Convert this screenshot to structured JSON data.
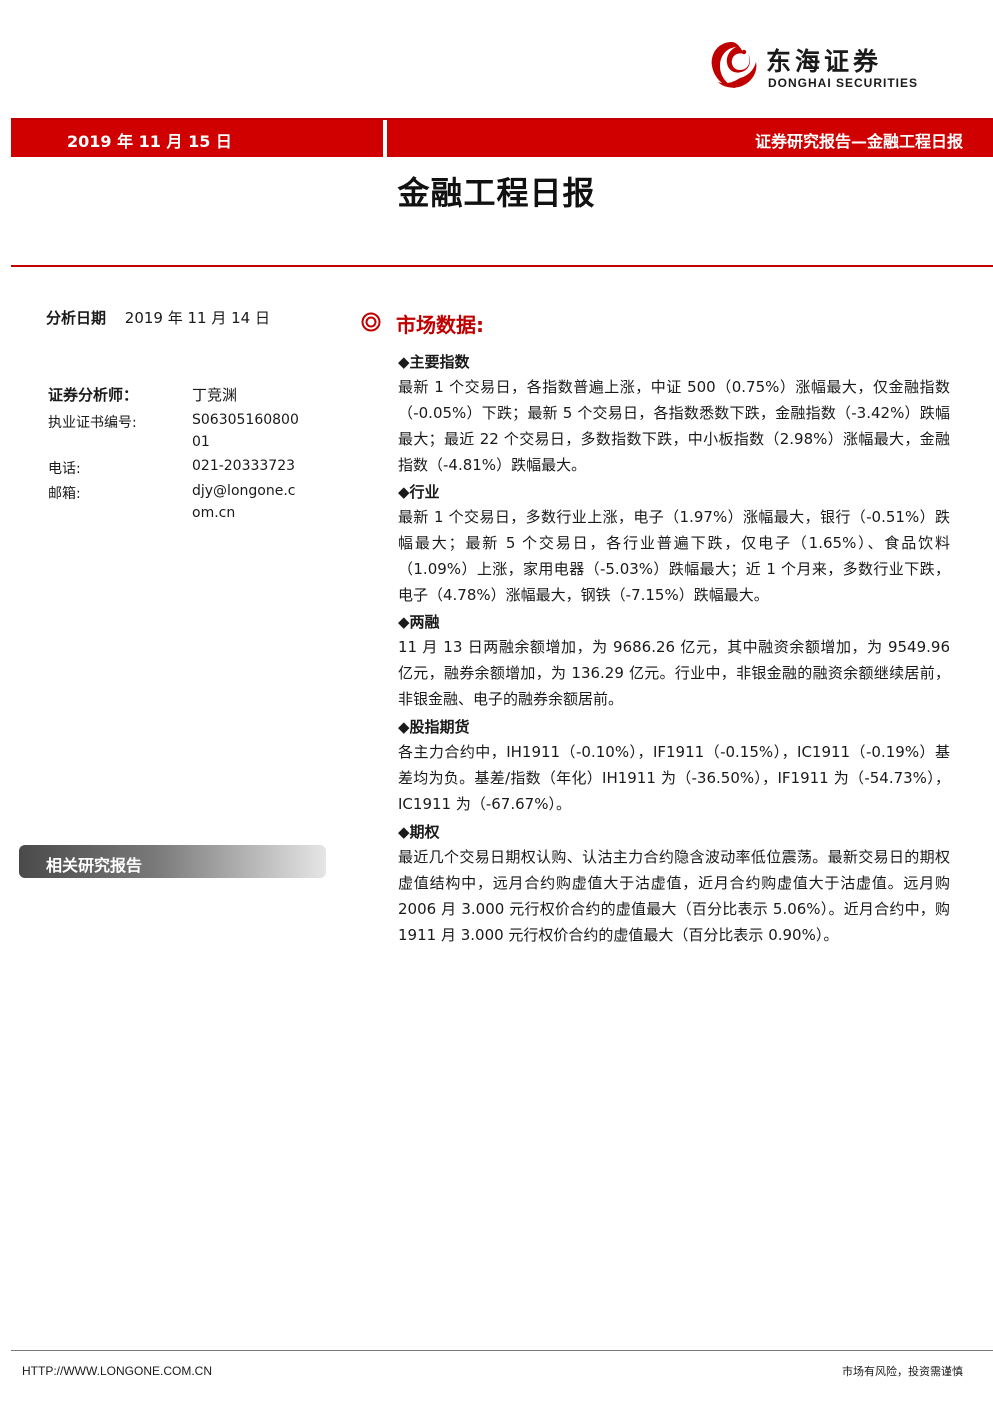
{
  "logo": {
    "cn": "东海证券",
    "en": "DONGHAI SECURITIES"
  },
  "header": {
    "date": "2019 年 11 月 15 日",
    "category": "证券研究报告—金融工程日报"
  },
  "title": "金融工程日报",
  "meta": {
    "analysis_date_label": "分析日期",
    "analysis_date": "2019 年 11 月 14 日",
    "analyst_label": "证券分析师：",
    "analyst_name": "丁竞渊",
    "license_label": "执业证书编号:",
    "license_line1": "S06305160800",
    "license_line2": "01",
    "phone_label": "电话:",
    "phone": "021-20333723",
    "email_label": "邮箱:",
    "email_line1": "djy@longone.c",
    "email_line2": "om.cn"
  },
  "related_reports": "相关研究报告",
  "market": {
    "title": "市场数据:",
    "sections": [
      {
        "heading": "◆主要指数",
        "text": "最新 1 个交易日，各指数普遍上涨，中证 500（0.75%）涨幅最大，仅金融指数（-0.05%）下跌；最新 5 个交易日，各指数悉数下跌，金融指数（-3.42%）跌幅最大；最近 22 个交易日，多数指数下跌，中小板指数（2.98%）涨幅最大，金融指数（-4.81%）跌幅最大。"
      },
      {
        "heading": "◆行业",
        "text": "最新 1 个交易日，多数行业上涨，电子（1.97%）涨幅最大，银行（-0.51%）跌幅最大；最新 5 个交易日，各行业普遍下跌，仅电子（1.65%）、食品饮料（1.09%）上涨，家用电器（-5.03%）跌幅最大；近 1 个月来，多数行业下跌，电子（4.78%）涨幅最大，钢铁（-7.15%）跌幅最大。"
      },
      {
        "heading": "◆两融",
        "text": "11 月 13 日两融余额增加，为 9686.26 亿元，其中融资余额增加，为 9549.96 亿元，融券余额增加，为 136.29 亿元。行业中，非银金融的融资余额继续居前，非银金融、电子的融券余额居前。"
      },
      {
        "heading": "◆股指期货",
        "text": "各主力合约中，IH1911（-0.10%），IF1911（-0.15%），IC1911（-0.19%）基差均为负。基差/指数（年化）IH1911 为（-36.50%），IF1911 为（-54.73%），IC1911 为（-67.67%）。"
      },
      {
        "heading": "◆期权",
        "text": "最近几个交易日期权认购、认沽主力合约隐含波动率低位震荡。最新交易日的期权虚值结构中，远月合约购虚值大于沽虚值，近月合约购虚值大于沽虚值。远月购 2006 月 3.000 元行权价合约的虚值最大（百分比表示 5.06%）。近月合约中，购 1911 月 3.000 元行权价合约的虚值最大（百分比表示 0.90%）。"
      }
    ]
  },
  "footer": {
    "url": "HTTP://WWW.LONGONE.COM.CN",
    "risk": "市场有风险，投资需谨慎"
  },
  "colors": {
    "brand_red": "#d00000",
    "text": "#1a1a1a"
  }
}
